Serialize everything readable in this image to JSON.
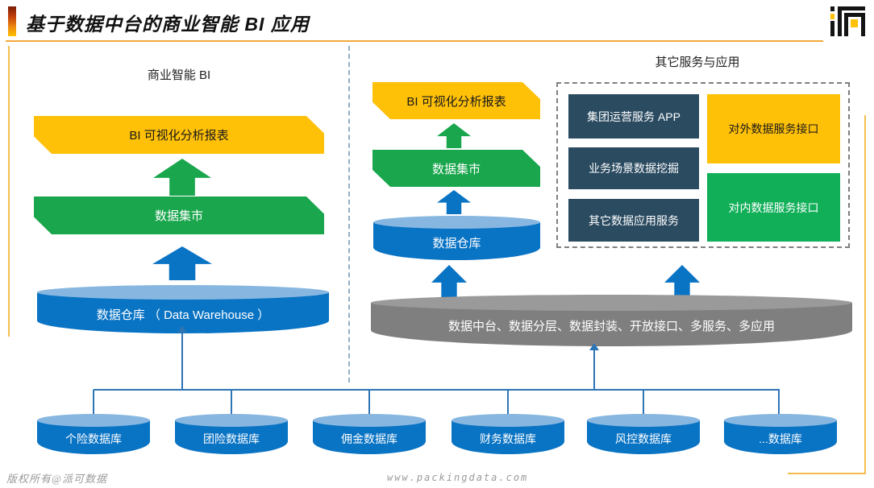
{
  "header": {
    "title": "基于数据中台的商业智能 BI 应用"
  },
  "left_section": {
    "heading": "商业智能 BI",
    "report_banner": "BI 可视化分析报表",
    "mart_banner": "数据集市",
    "warehouse_label": "数据仓库 （ Data Warehouse ）"
  },
  "middle_section": {
    "report_banner": "BI 可视化分析报表",
    "mart_banner": "数据集市",
    "warehouse_label": "数据仓库"
  },
  "right_section": {
    "heading": "其它服务与应用",
    "apps": [
      "集团运营服务 APP",
      "业务场景数据挖掘",
      "其它数据应用服务"
    ],
    "external_api": "对外数据服务接口",
    "internal_api": "对内数据服务接口"
  },
  "platform": {
    "label": "数据中台、数据分层、数据封装、开放接口、多服务、多应用"
  },
  "databases": [
    "个险数据库",
    "团险数据库",
    "佣金数据库",
    "财务数据库",
    "风控数据库",
    "...数据库"
  ],
  "footer": {
    "copyright": "版权所有@派可数据",
    "website": "www.packingdata.com"
  },
  "colors": {
    "accent_gold": "#ffc008",
    "accent_orange_line": "#f5bd4f",
    "green": "#1aa64d",
    "green_bright": "#10af58",
    "blue": "#0973c4",
    "blue_light": "#87b7e0",
    "navy": "#2b4b61",
    "gray_platform": "#7f7f7f",
    "connector_blue": "#2e75b6"
  }
}
